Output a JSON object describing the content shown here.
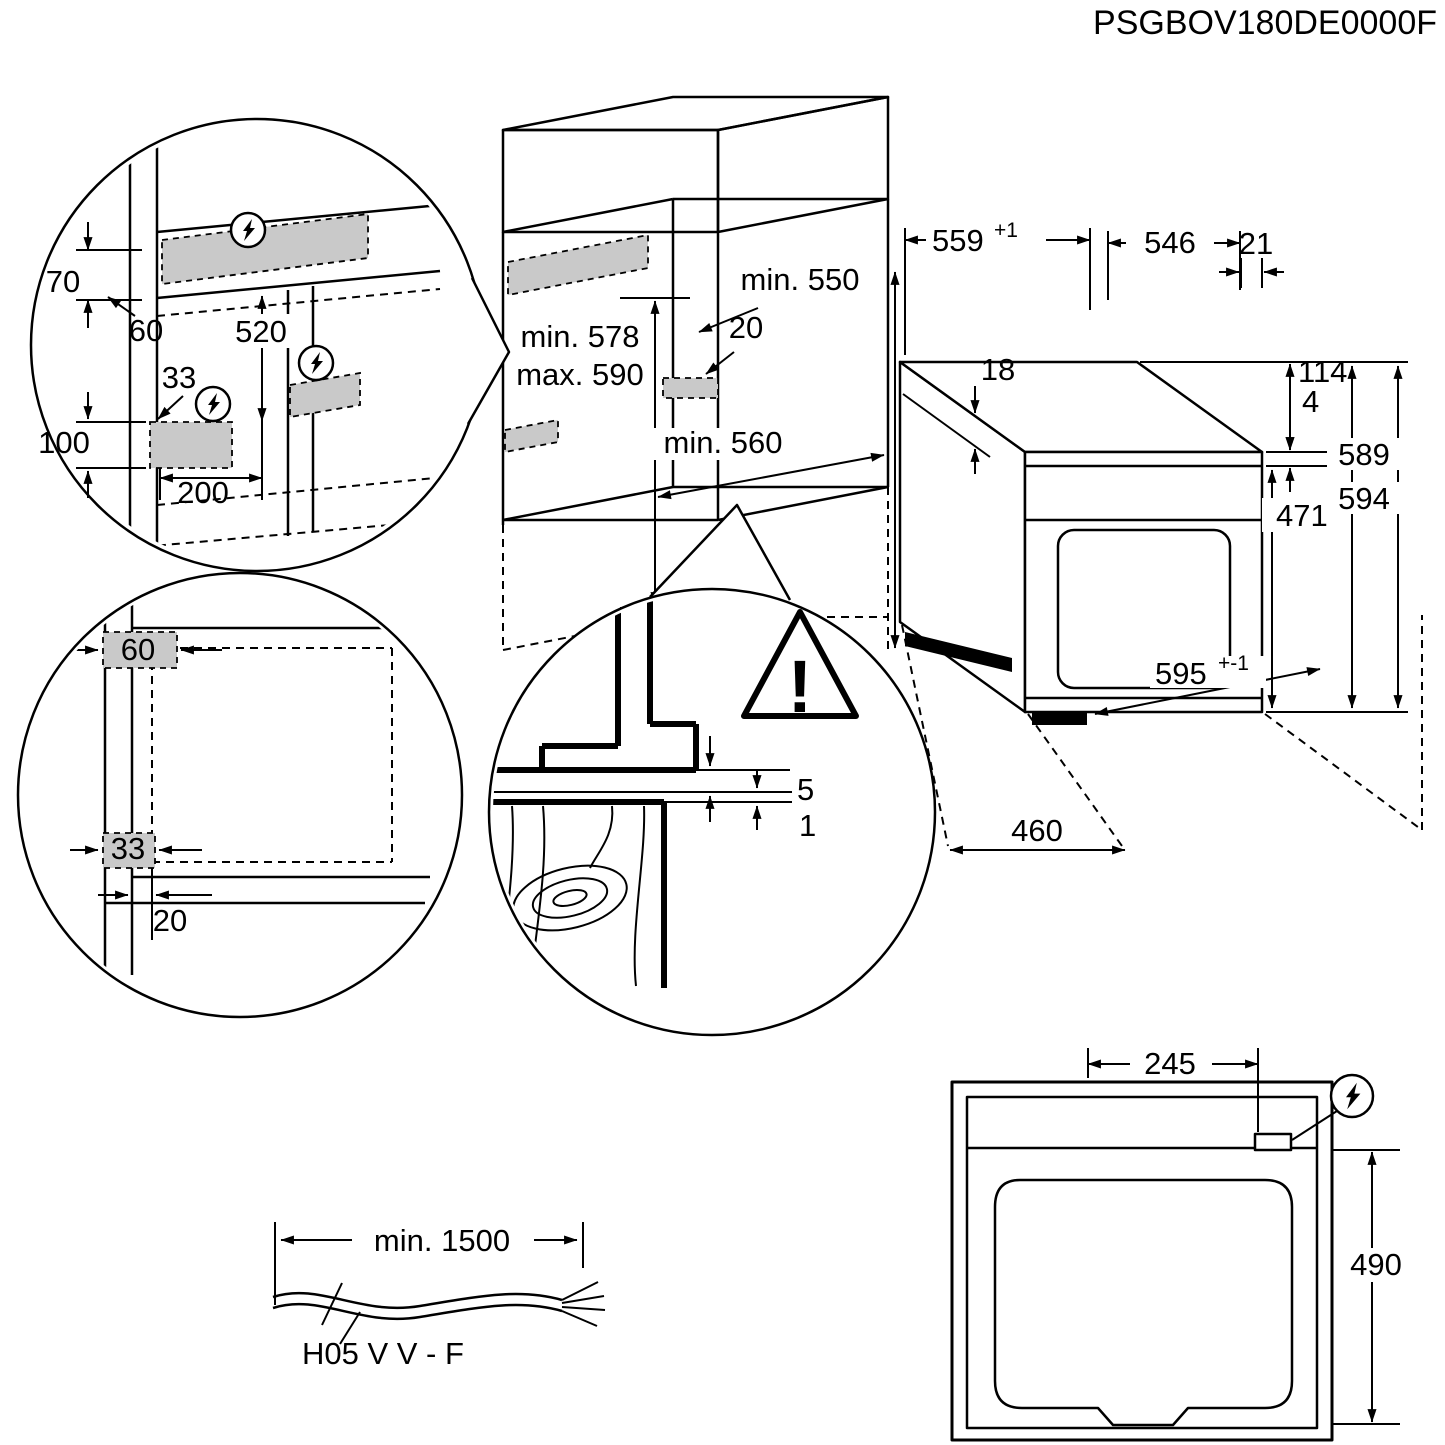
{
  "product_code": "PSGBOV180DE0000F",
  "connection_detail": {
    "top_offset": "70",
    "side_offset": "60",
    "height": "520",
    "lower_side": "33",
    "lower_height": "100",
    "lower_width": "200"
  },
  "niche": {
    "depth": "min. 550",
    "height_min": "min. 578",
    "height_max": "max. 590",
    "rear_gap": "20",
    "width": "min. 560"
  },
  "oven": {
    "depth_total": "559",
    "depth_total_sup": "+1",
    "depth_body": "546",
    "front_gap": "21",
    "top_thickness": "18",
    "panel_height": "114",
    "panel_gap": "4",
    "door_height": "471",
    "height": "589",
    "height_total": "594",
    "width": "595",
    "width_sup": "+-1",
    "door_open_depth": "460"
  },
  "plan_detail": {
    "top_zone": "60",
    "bottom_zone": "33",
    "wall_gap": "20"
  },
  "worktop_detail": {
    "gap_top": "5",
    "gap_bottom": "1",
    "warning_mark": "!"
  },
  "cable": {
    "length": "min. 1500",
    "type": "H05 V V - F"
  },
  "front_view": {
    "connection_offset": "245",
    "connection_height": "490"
  }
}
